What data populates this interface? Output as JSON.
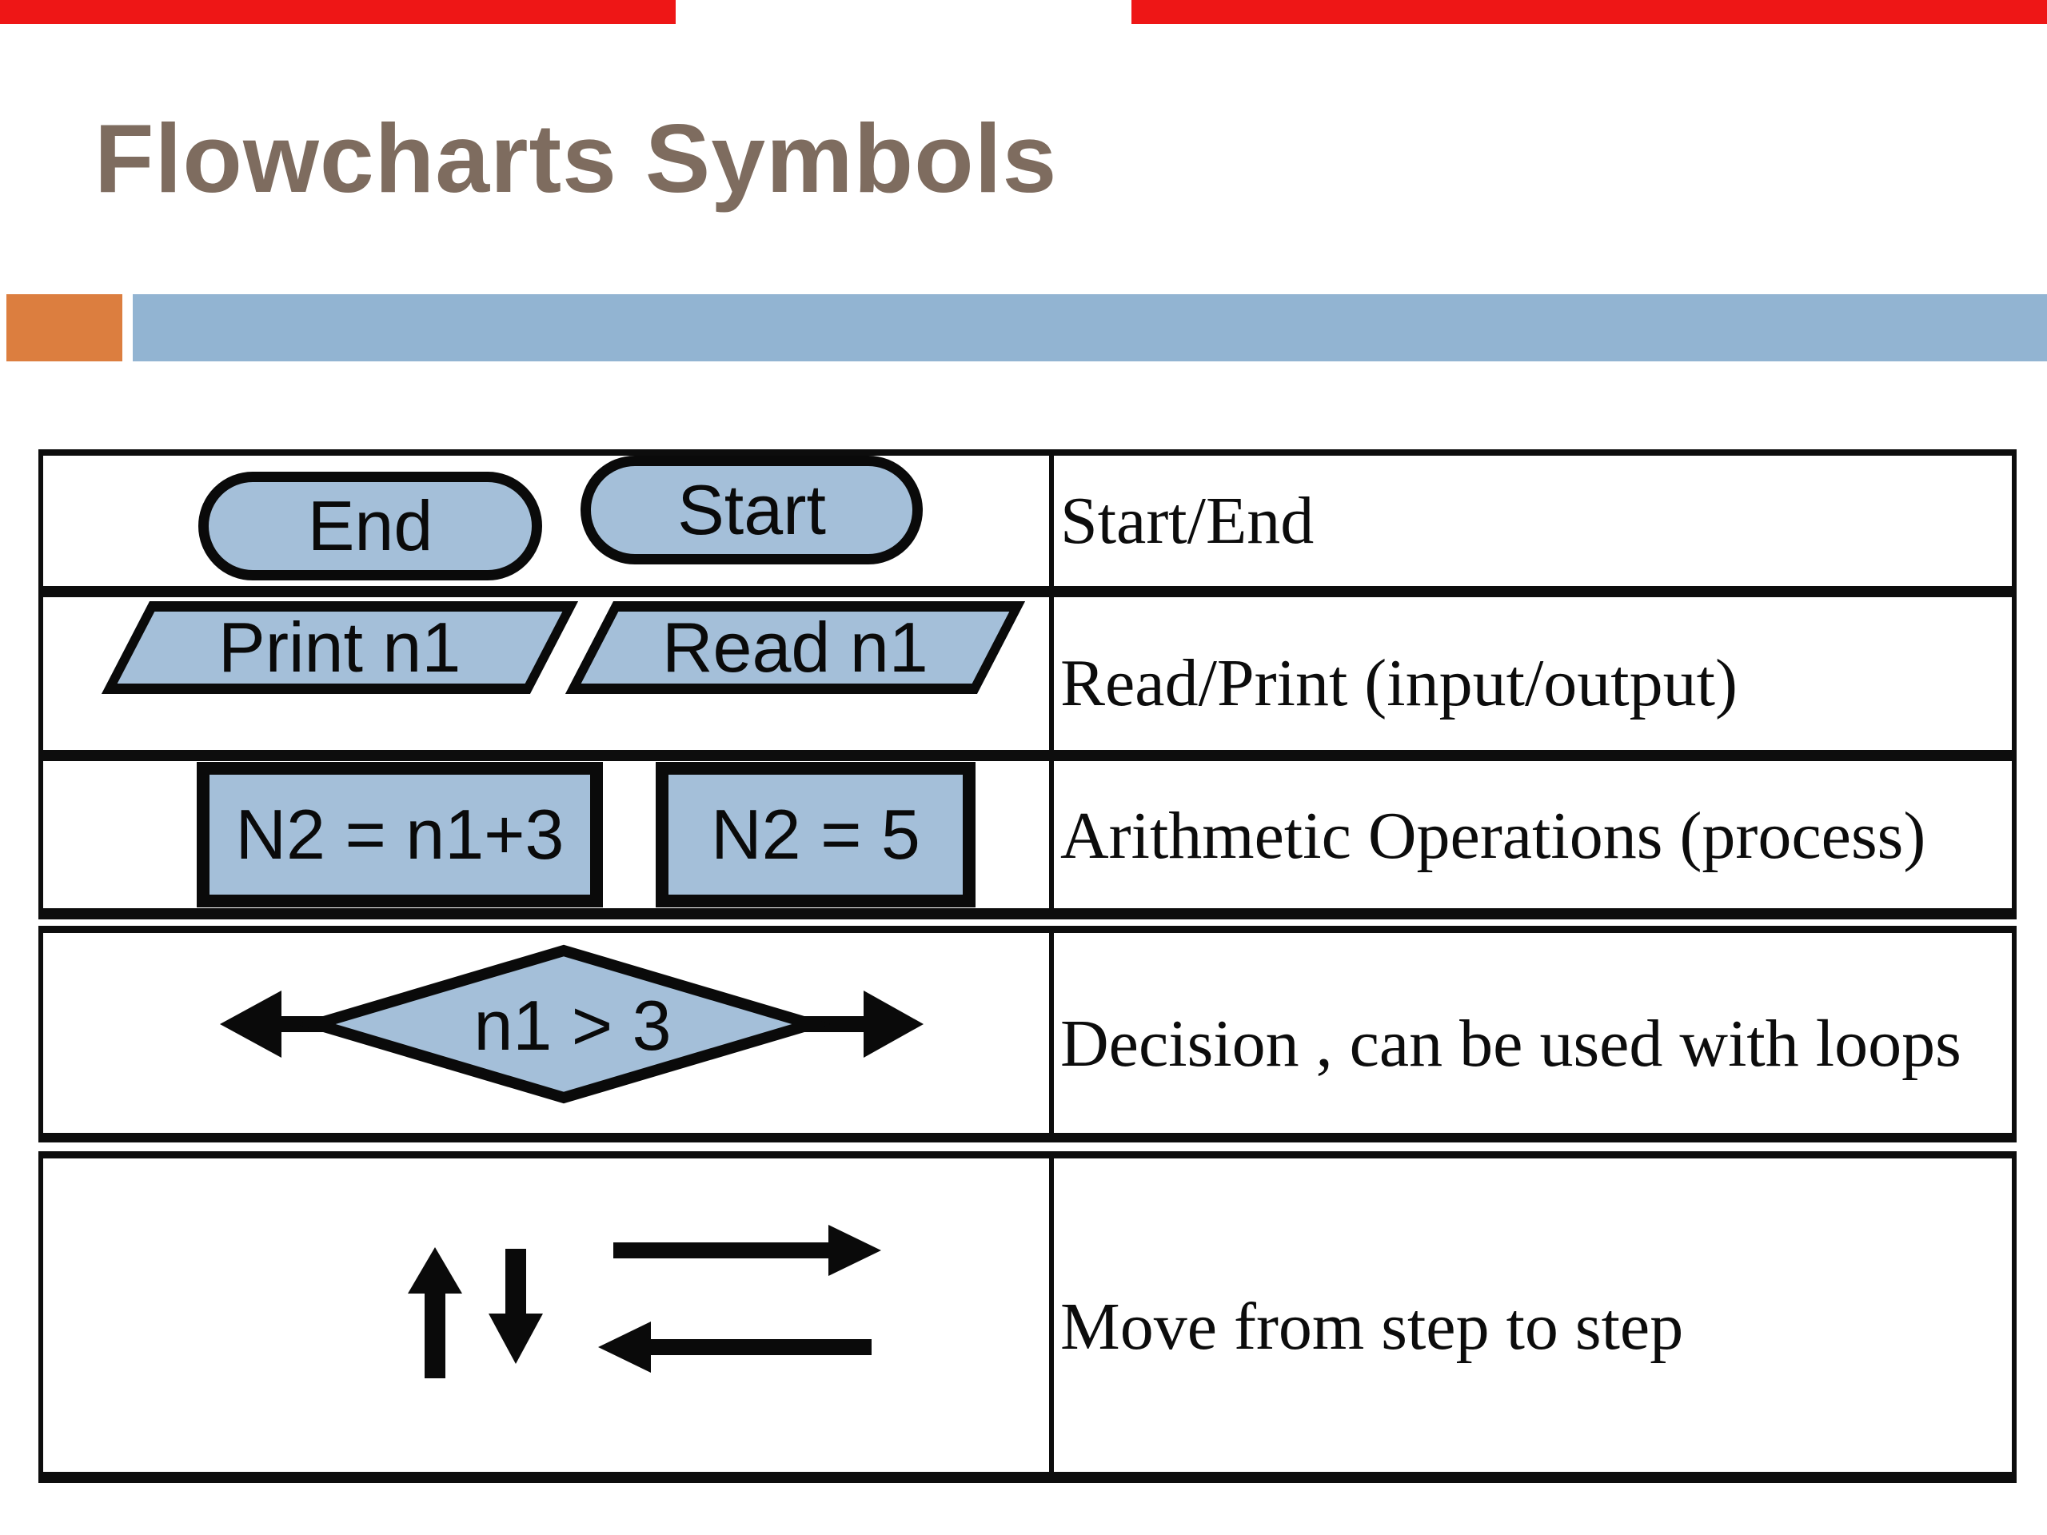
{
  "title": "Flowcharts Symbols",
  "colors": {
    "red_strip": "#ee1616",
    "orange_block": "#dc7e3f",
    "blue_band": "#92b4d2",
    "shape_fill": "#a4bfd9",
    "shape_outline": "#0a0a0a",
    "title_text": "#7e6c5f",
    "table_border": "#0d0d0d"
  },
  "table": {
    "rows": [
      {
        "shape_type": "terminator",
        "symbols": [
          {
            "label": "End"
          },
          {
            "label": "Start"
          }
        ],
        "description": "Start/End"
      },
      {
        "shape_type": "parallelogram",
        "symbols": [
          {
            "label": "Print n1"
          },
          {
            "label": "Read n1"
          }
        ],
        "description": "Read/Print (input/output)"
      },
      {
        "shape_type": "process-rectangle",
        "symbols": [
          {
            "label": "N2 = n1+3"
          },
          {
            "label": "N2 = 5"
          }
        ],
        "description": "Arithmetic Operations (process)"
      },
      {
        "shape_type": "decision-diamond",
        "symbols": [
          {
            "label": "n1 > 3"
          }
        ],
        "description": "Decision , can be used with loops"
      },
      {
        "shape_type": "flow-arrows",
        "symbols": [],
        "description": "Move from step to step"
      }
    ]
  }
}
